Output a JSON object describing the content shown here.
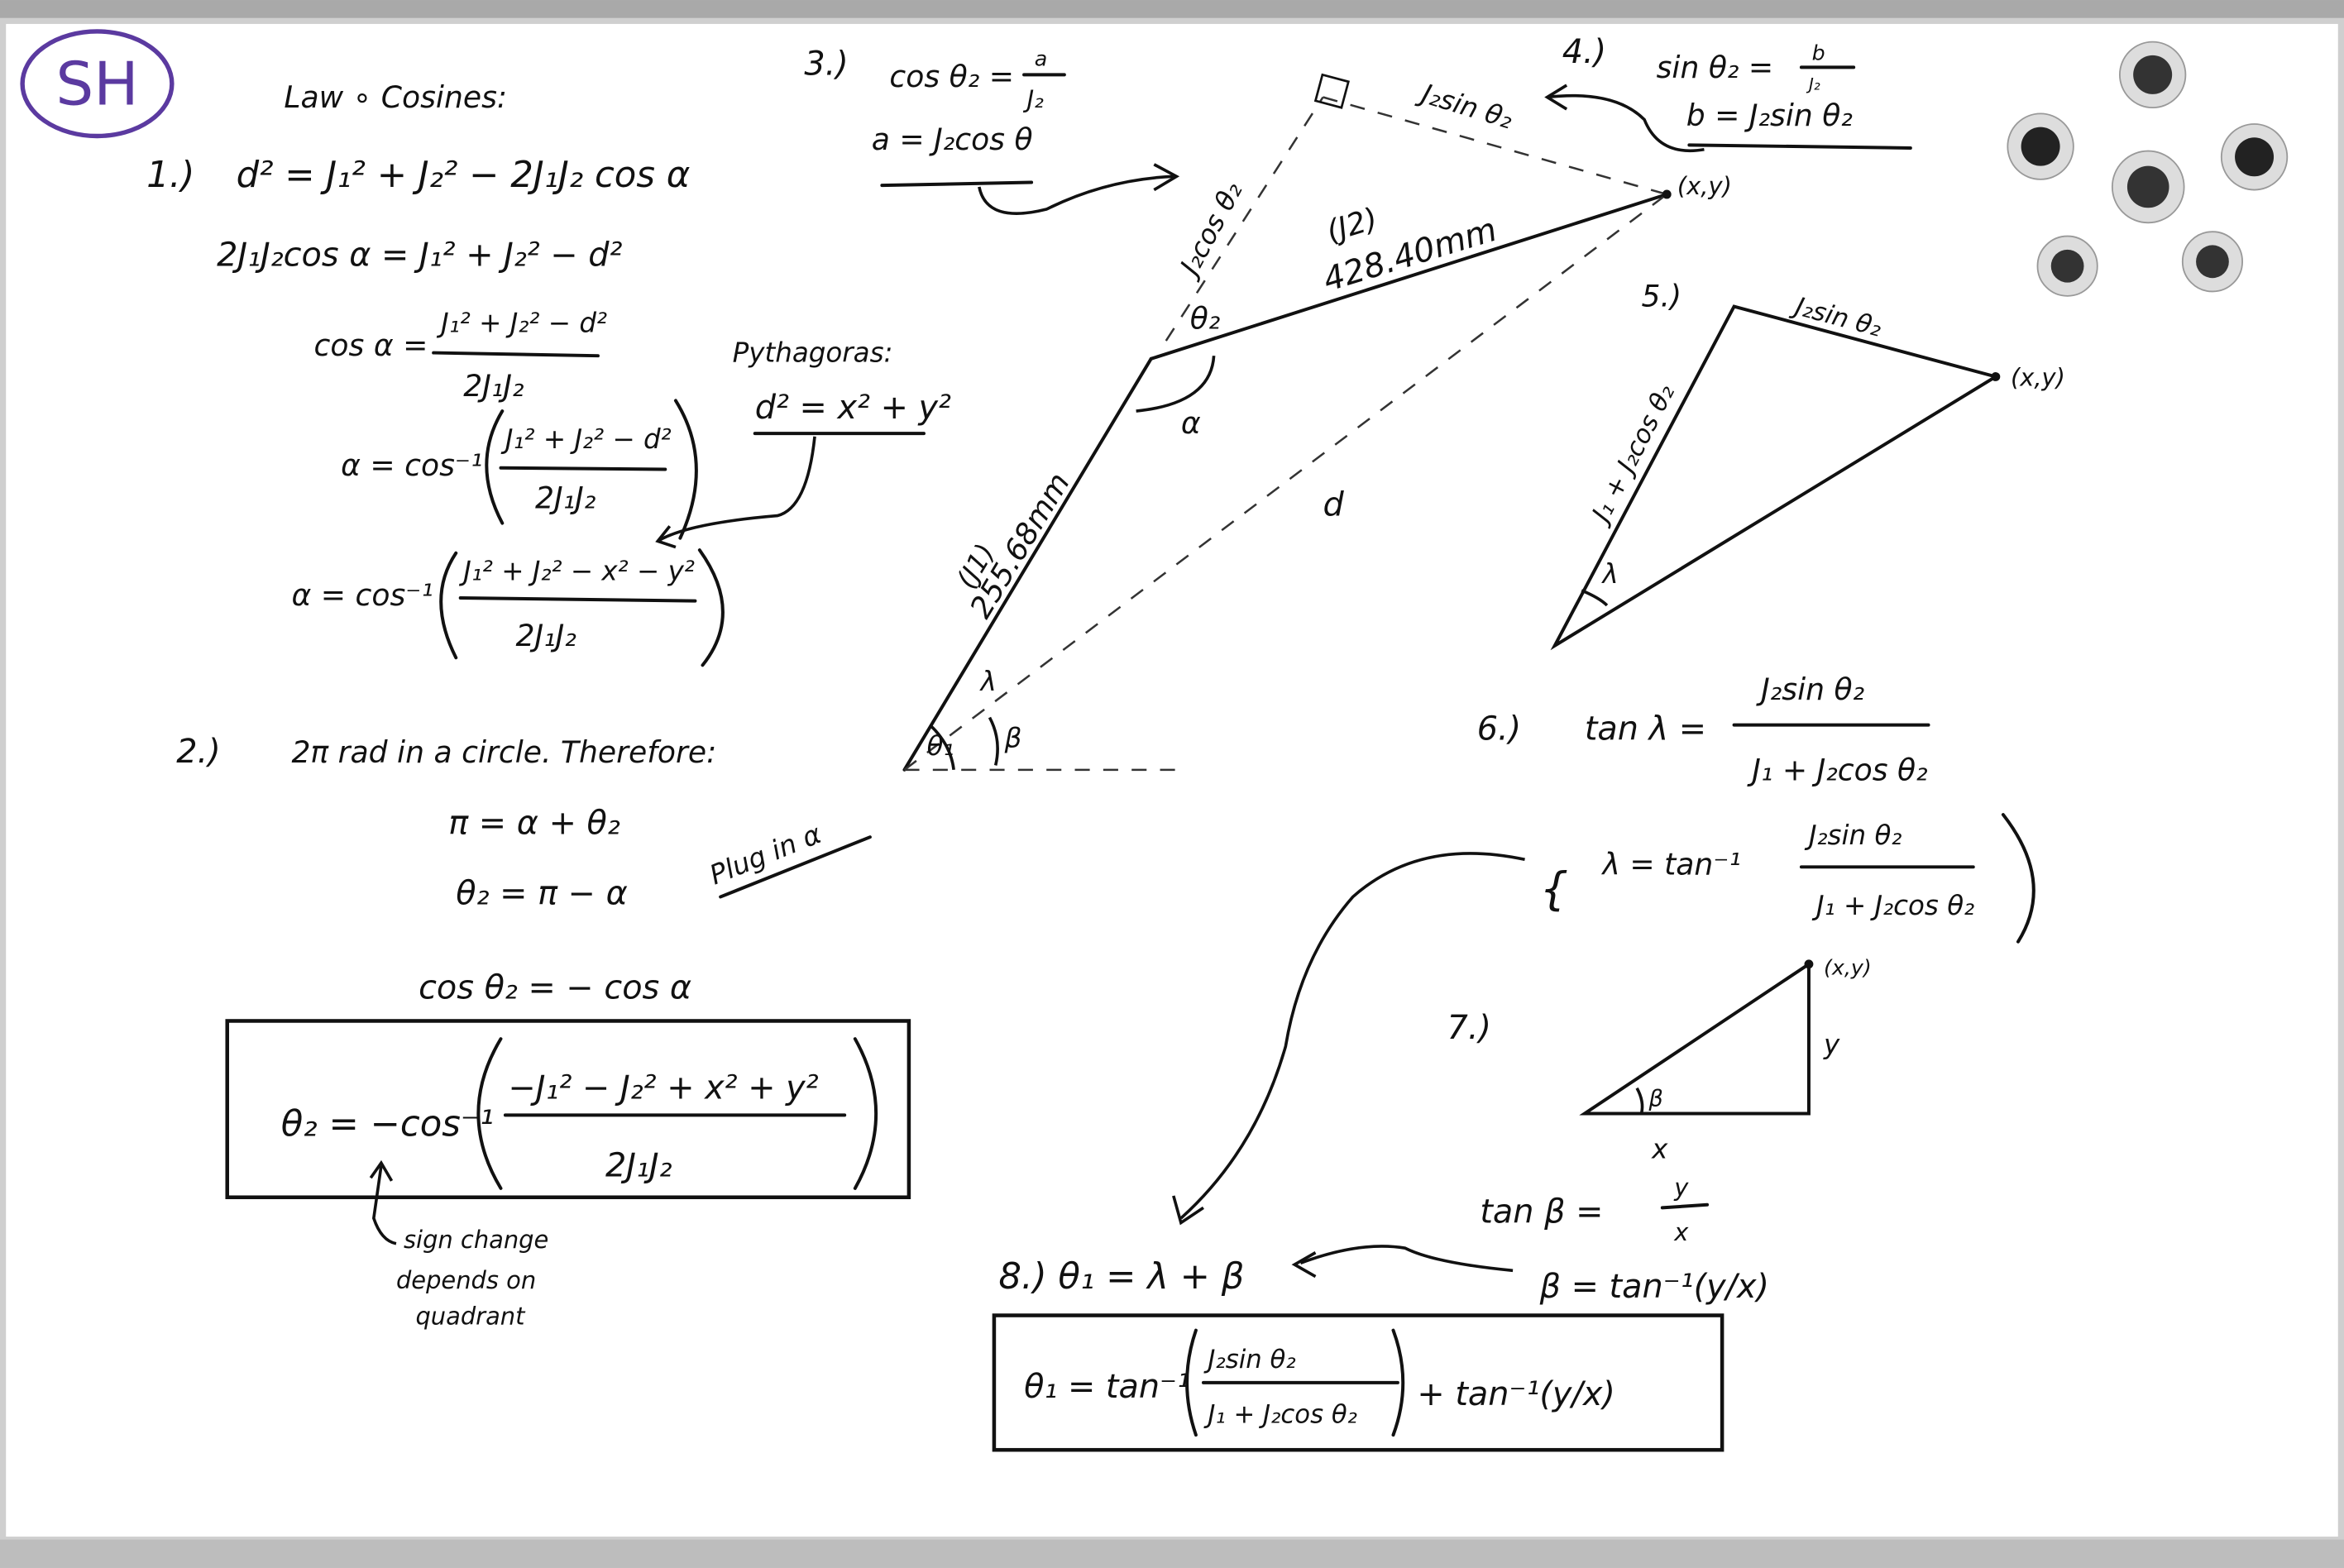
{
  "badge": {
    "initials": "SH",
    "color": "#5b3aa0"
  },
  "colors": {
    "board": "#ffffff",
    "frame": "#bdbdbd",
    "ink": "#111111"
  },
  "step1": {
    "title": "Law ∘ Cosines:",
    "number": "1.)",
    "eq1": "d² = J₁² + J₂² − 2J₁J₂ cos α",
    "eq2": "2J₁J₂cos α = J₁² + J₂² − d²",
    "eq3_lhs": "cos α =",
    "eq3_num": "J₁² + J₂² − d²",
    "eq3_den": "2J₁J₂",
    "eq4_lhs": "α = cos⁻¹",
    "eq4_num": "J₁² + J₂² − d²",
    "eq4_den": "2J₁J₂",
    "eq5_lhs": "α = cos⁻¹",
    "eq5_num": "J₁² + J₂² − x² − y²",
    "eq5_den": "2J₁J₂"
  },
  "pythagoras": {
    "title": "Pythagoras:",
    "eq": "d² = x² + y²"
  },
  "step2": {
    "number": "2.)",
    "text": "2π rad in a circle. Therefore:",
    "eq1": "π = α + θ₂",
    "eq2": "θ₂ = π − α",
    "note": "Plug in α",
    "eq3": "cos θ₂ = − cos α",
    "boxed_lhs": "θ₂ = −cos⁻¹",
    "boxed_num": "−J₁² − J₂² + x² + y²",
    "boxed_den": "2J₁J₂",
    "sign_note": [
      "sign change",
      "depends on",
      "quadrant"
    ]
  },
  "step3": {
    "number": "3.)",
    "eq1_lhs": "cos θ₂ =",
    "eq1_num": "a",
    "eq1_den": "J₂",
    "eq2": "a = J₂cos θ"
  },
  "step4": {
    "number": "4.)",
    "eq1_lhs": "sin θ₂ =",
    "eq1_num": "b",
    "eq1_den": "J₂",
    "eq2": "b = J₂sin θ₂"
  },
  "arm_diagram": {
    "j1_label": "(J1)",
    "j1_length": "255.68mm",
    "j2_label": "(J2)",
    "j2_length": "428.40mm",
    "j2cos": "J₂cos θ₂",
    "j2sin": "J₂sin θ₂",
    "endpoint": "(x,y)",
    "theta2": "θ₂",
    "alpha": "α",
    "d": "d",
    "lambda": "λ",
    "theta1": "θ₁",
    "beta": "β"
  },
  "step5": {
    "number": "5.)",
    "side_a": "J₁ + J₂cos θ₂",
    "side_b": "J₂sin θ₂",
    "endpoint": "(x,y)",
    "angle": "λ"
  },
  "step6": {
    "number": "6.)",
    "eq1_lhs": "tan λ =",
    "eq1_num": "J₂sin θ₂",
    "eq1_den": "J₁ + J₂cos θ₂",
    "eq2_lhs": "λ = tan⁻¹",
    "eq2_num": "J₂sin θ₂",
    "eq2_den": "J₁ + J₂cos θ₂"
  },
  "step7": {
    "number": "7.)",
    "endpoint": "(x,y)",
    "y": "y",
    "x": "x",
    "angle": "β",
    "eq1_lhs": "tan β =",
    "eq1_num": "y",
    "eq1_den": "x",
    "eq2": "β = tan⁻¹(y/x)"
  },
  "step8": {
    "eq": "8.) θ₁ = λ + β",
    "boxed_lhs": "θ₁ = tan⁻¹",
    "boxed_num": "J₂sin θ₂",
    "boxed_den": "J₁ + J₂cos θ₂",
    "boxed_rhs": "+ tan⁻¹(y/x)"
  }
}
